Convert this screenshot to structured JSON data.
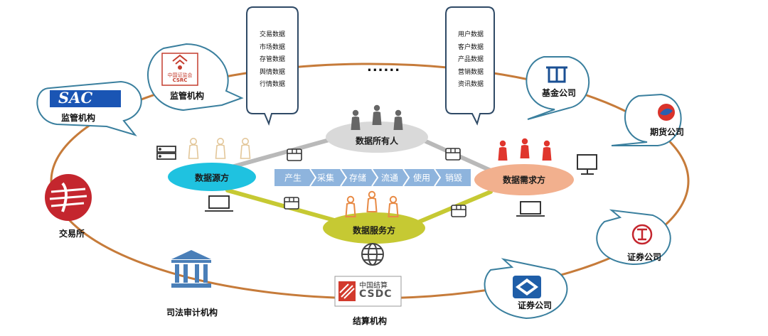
{
  "nodes": {
    "source": "数据源方",
    "owner": "数据所有人",
    "demand": "数据需求方",
    "service": "数据服务方"
  },
  "stages": [
    "产生",
    "采集",
    "存储",
    "流通",
    "使用",
    "销毁"
  ],
  "lists": {
    "left": [
      "交易数据",
      "市场数据",
      "存管数据",
      "舆情数据",
      "行情数据"
    ],
    "right": [
      "用户数据",
      "客户数据",
      "产品数据",
      "营销数据",
      "资讯数据"
    ]
  },
  "ellipsis": "......",
  "entities": {
    "sac_label": "监管机构",
    "csrc_label": "监管机构",
    "exchange_label": "交易所",
    "judicial_label": "司法审计机构",
    "clearing_label": "结算机构",
    "fund_label": "基金公司",
    "futures_label": "期货公司",
    "securities1_label": "证券公司",
    "securities2_label": "证券公司"
  },
  "logos": {
    "sac": "SAC",
    "csrc_cn": "中国证监会",
    "csrc_en": "CSRC",
    "csdc_cn": "中国结算",
    "csdc_en": "CSDC"
  },
  "colors": {
    "ring": "#c67b3a",
    "source_fill": "#1fc2e0",
    "owner_fill": "#d9d9d9",
    "demand_fill": "#f2b08e",
    "service_fill": "#c6c933",
    "pipeline": "#8eb4dd",
    "bubble_border": "#3a7f9e",
    "list_border": "#2f4a66",
    "red_figure": "#e0362d",
    "orange_figure": "#e88a45",
    "gray_figure": "#666666"
  }
}
